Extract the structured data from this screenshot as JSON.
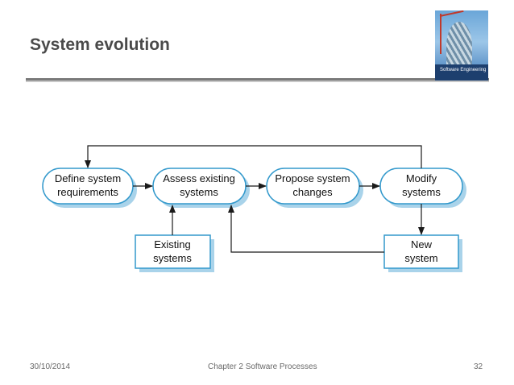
{
  "slide": {
    "title": "System evolution",
    "book_cover_text": "Software Engineering"
  },
  "diagram": {
    "processes": [
      {
        "id": "define",
        "lines": [
          "Define system",
          "requirements"
        ]
      },
      {
        "id": "assess",
        "lines": [
          "Assess existing",
          "systems"
        ]
      },
      {
        "id": "propose",
        "lines": [
          "Propose system",
          "changes"
        ]
      },
      {
        "id": "modify",
        "lines": [
          "Modify",
          "systems"
        ]
      }
    ],
    "documents": [
      {
        "id": "existing",
        "lines": [
          "Existing",
          "systems"
        ]
      },
      {
        "id": "new",
        "lines": [
          "New",
          "system"
        ]
      }
    ],
    "colors": {
      "box_fill": "#ffffff",
      "box_border": "#3399cc",
      "box_shadow": "#a9d3ea",
      "arrow": "#1a1a1a"
    }
  },
  "footer": {
    "date": "30/10/2014",
    "center": "Chapter 2 Software Processes",
    "page": "32"
  }
}
